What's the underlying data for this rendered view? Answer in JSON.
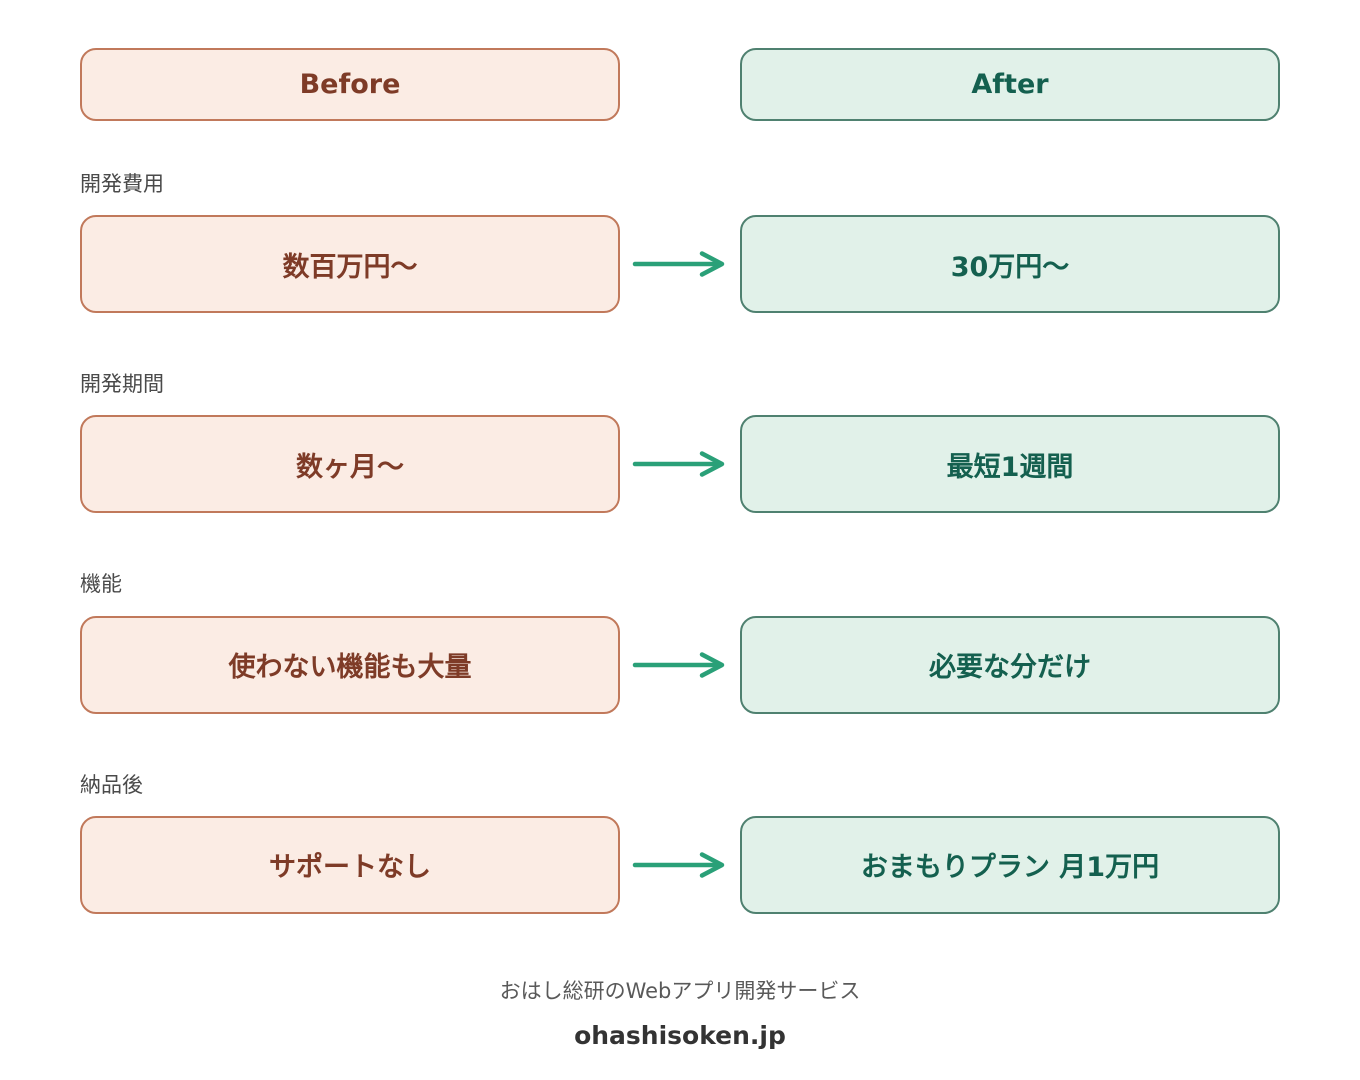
{
  "header": {
    "before_label": "Before",
    "after_label": "After"
  },
  "rows": [
    {
      "label": "開発費用",
      "before": "数百万円〜",
      "after": "30万円〜"
    },
    {
      "label": "開発期間",
      "before": "数ヶ月〜",
      "after": "最短1週間"
    },
    {
      "label": "機能",
      "before": "使わない機能も大量",
      "after": "必要な分だけ"
    },
    {
      "label": "納品後",
      "before": "サポートなし",
      "after": "おまもりプラン 月1万円"
    }
  ],
  "footer": {
    "service_name": "おはし総研のWebアプリ開発サービス",
    "domain": "ohashisoken.jp"
  },
  "colors": {
    "before_fill": "#fbece4",
    "before_border": "#c1795b",
    "before_text": "#7e3b27",
    "after_fill": "#e1f1e9",
    "after_border": "#4f8170",
    "after_text": "#14604f",
    "arrow": "#2aa078",
    "row_label": "#4a4a4a",
    "footer_service": "#595959",
    "footer_domain": "#333333"
  }
}
